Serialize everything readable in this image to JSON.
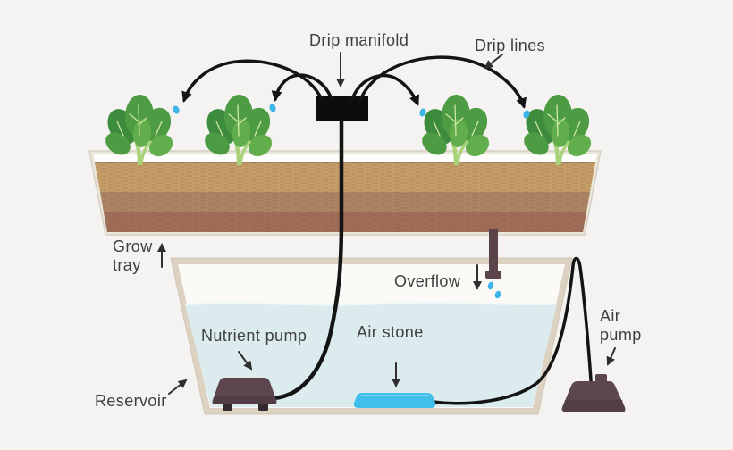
{
  "labels": {
    "drip_manifold": "Drip manifold",
    "drip_lines": "Drip lines",
    "grow_tray": "Grow tray",
    "overflow": "Overflow",
    "nutrient_pump": "Nutrient pump",
    "air_stone": "Air stone",
    "air_pump": "Air pump",
    "reservoir": "Reservoir"
  },
  "colors": {
    "background": "#f4f3f1",
    "text": "#3f3f3f",
    "tube": "#141414",
    "manifold": "#0d0d0d",
    "tray_rim": "#ebe6da",
    "tray_inner": "#fdfdfb",
    "soil_top": "#c59d66",
    "soil_mid": "#ad8464",
    "soil_bottom": "#a06d58",
    "leaf_dark": "#3d8b3c",
    "leaf_mid": "#4d9b43",
    "leaf_light": "#62ae4d",
    "stem": "#a9d37b",
    "vein": "#cfe8a4",
    "reservoir_wall": "#ddd2c1",
    "reservoir_interior": "#fbfaf7",
    "water": "#dcecee",
    "pump_body": "#5d464d",
    "pump_shadow": "#523d44",
    "pump_feet": "#332930",
    "air_stone": "#3fbfe9",
    "droplet": "#3db5e8",
    "overflow_pipe": "#5c4349",
    "arrow": "#2e2e2e"
  }
}
